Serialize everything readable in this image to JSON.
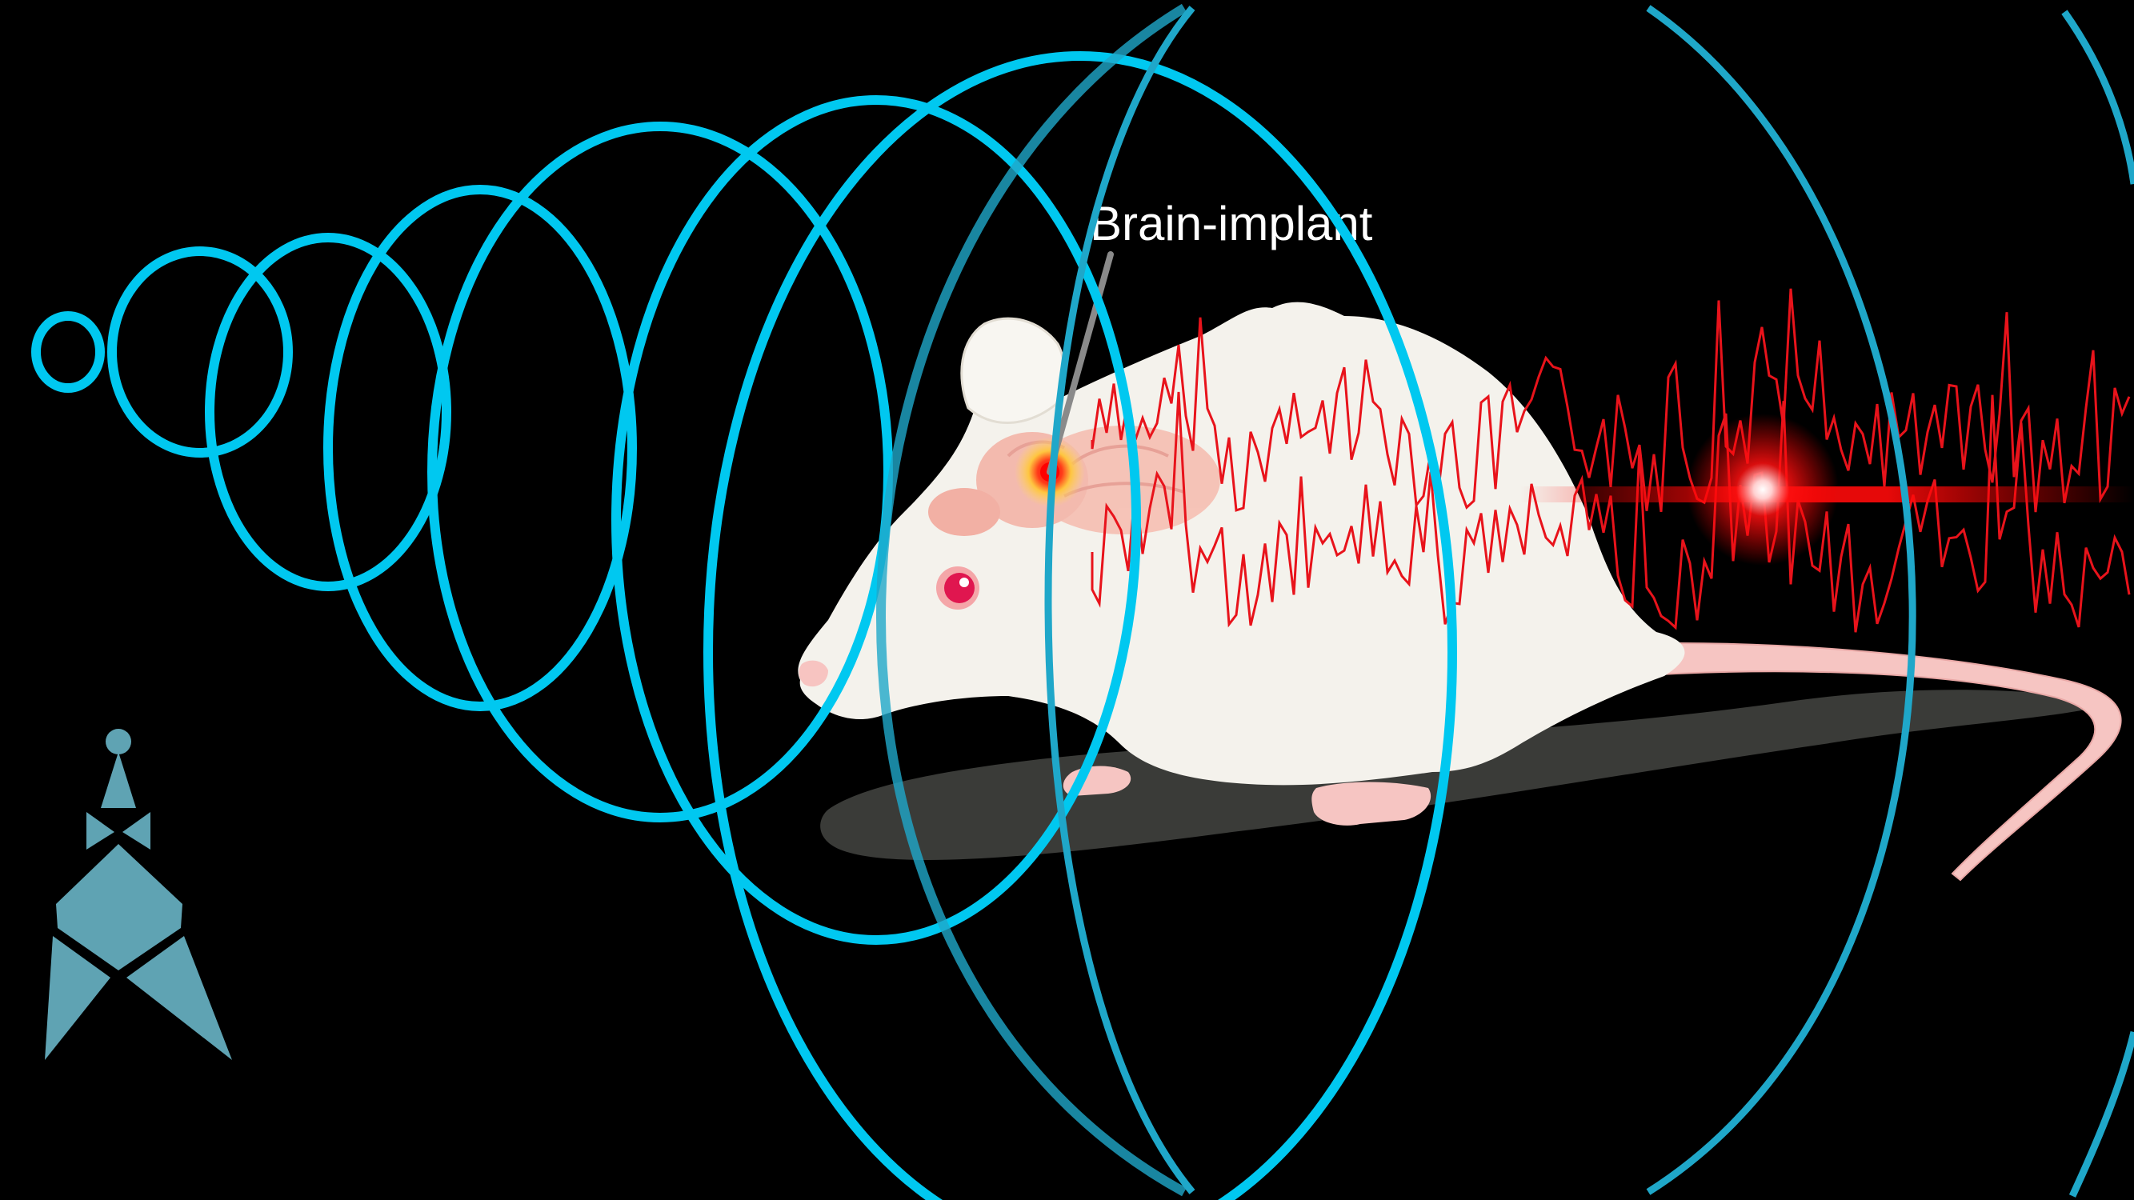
{
  "diagram": {
    "implant_label": "Brain-implant"
  },
  "colors": {
    "background": "#000000",
    "signal_rings": "#00c8f0",
    "outer_arcs": "#1fa7c9",
    "antenna": "#5fa3b3",
    "eeg_trace": "#e8131b",
    "mouse_body": "#f4f2ec",
    "mouse_pink": "#f7c4c1",
    "implant_glow": "#ff1a1a"
  },
  "icons": {
    "antenna": "antenna-tower-icon",
    "mouse": "mouse-illustration",
    "brain": "brain-illustration"
  }
}
